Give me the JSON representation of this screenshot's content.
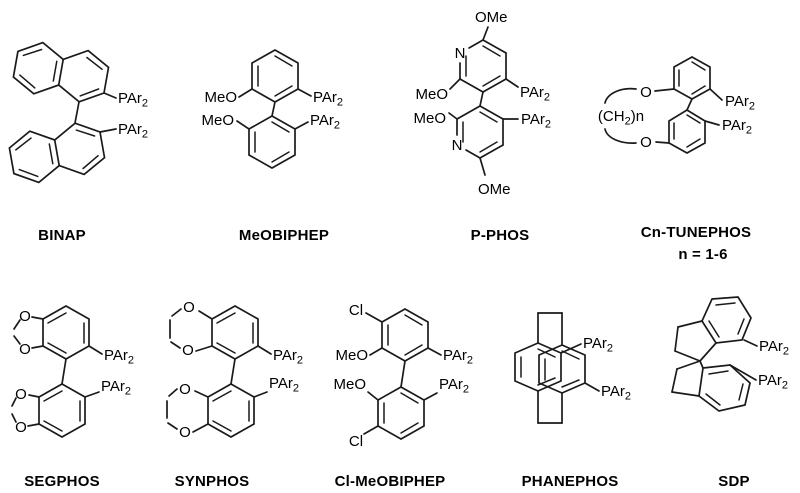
{
  "figure": {
    "background": "#ffffff",
    "ink": "#1a1a1a"
  },
  "symbols": {
    "PAr": "PAr",
    "sub2": "2",
    "OMe": "OMe",
    "MeO": "MeO",
    "N": "N",
    "O": "O",
    "Cl": "Cl",
    "CH2open": "(CH",
    "CH2close": ")n"
  },
  "ligands": {
    "binap": {
      "label": "BINAP"
    },
    "meobiphep": {
      "label": "MeOBIPHEP"
    },
    "pphos": {
      "label": "P-PHOS"
    },
    "tunephos": {
      "label": "Cn-TUNEPHOS",
      "note": "n = 1-6"
    },
    "segphos": {
      "label": "SEGPHOS"
    },
    "synphos": {
      "label": "SYNPHOS"
    },
    "clmeobiphep": {
      "label": "Cl-MeOBIPHEP"
    },
    "phanephos": {
      "label": "PHANEPHOS"
    },
    "sdp": {
      "label": "SDP"
    }
  }
}
